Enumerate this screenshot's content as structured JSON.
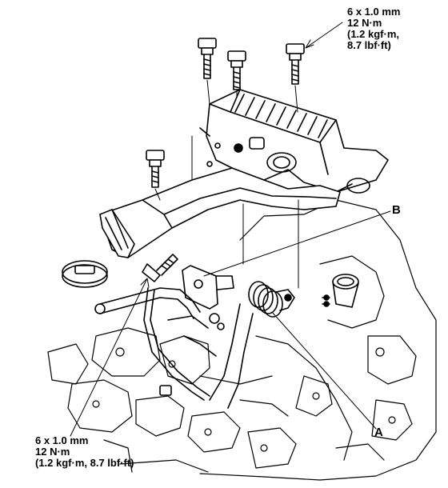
{
  "spec_top": {
    "line1": "6 x 1.0 mm",
    "line2": "12 N·m",
    "line3": "(1.2 kgf·m,",
    "line4": "8.7 lbf·ft)"
  },
  "spec_bottom": {
    "line1": "6 x 1.0 mm",
    "line2": "12 N·m",
    "line3": "(1.2 kgf·m, 8.7 lbf·ft)"
  },
  "callouts": {
    "a": "A",
    "b": "B"
  }
}
